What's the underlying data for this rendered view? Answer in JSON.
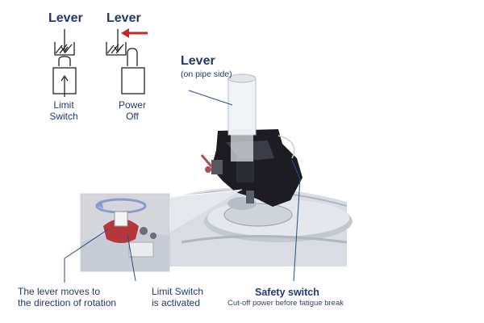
{
  "labels": {
    "lever_left": "Lever",
    "lever_mid": "Lever",
    "limit_switch_line1": "Limit",
    "limit_switch_line2": "Switch",
    "power_off_line1": "Power",
    "power_off_line2": "Off",
    "lever_pipe": "Lever",
    "lever_pipe_sub": "(on pipe side)",
    "lever_moves_line1": "The lever moves to",
    "lever_moves_line2": "the direction of rotation",
    "limit_activated_line1": "Limit Switch",
    "limit_activated_line2": "is activated",
    "safety_switch": "Safety switch",
    "safety_switch_sub": "Cut-off power before fatigue break"
  },
  "colors": {
    "label_text": "#1e3a6e",
    "arrow_red": "#c0282d",
    "machine_grey": "#d9dde3",
    "dark_part": "#1c1c22",
    "rotation_marker": "#b5373c"
  }
}
